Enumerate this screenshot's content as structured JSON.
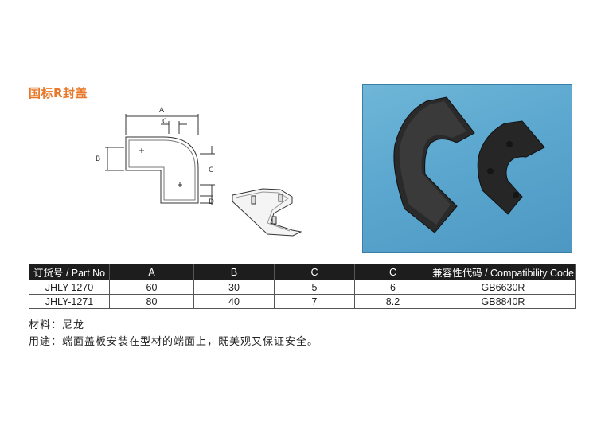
{
  "title": "国标R封盖",
  "drawing": {
    "dim_a": "A",
    "dim_b": "B",
    "dim_c_top": "C",
    "dim_c_right": "C",
    "dim_d": "D"
  },
  "table": {
    "headers": [
      "订货号 / Part No",
      "A",
      "B",
      "C",
      "C",
      "兼容性代码 / Compatibility Code"
    ],
    "rows": [
      [
        "JHLY-1270",
        "60",
        "30",
        "5",
        "6",
        "GB6630R"
      ],
      [
        "JHLY-1271",
        "80",
        "40",
        "7",
        "8.2",
        "GB8840R"
      ]
    ]
  },
  "notes": {
    "material_label": "材料：",
    "material_value": "尼龙",
    "usage_label": "用途：",
    "usage_value": "端面盖板安装在型材的端面上，既美观又保证安全。"
  }
}
